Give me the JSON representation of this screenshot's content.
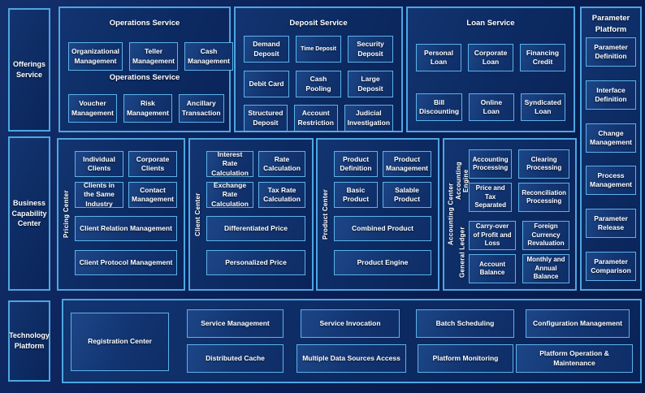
{
  "colors": {
    "background": "#0a1c4e",
    "panel_border": "#4da6e2",
    "box_border": "#5db2ea",
    "text": "#ffffff"
  },
  "sidebar": {
    "offerings": "Offerings Service",
    "business": "Business Capability Center",
    "technology": "Technology Platform"
  },
  "operations": {
    "title": "Operations Service",
    "mid_title": "Operations Service",
    "row1": [
      "Organizational Management",
      "Teller Management",
      "Cash Management"
    ],
    "row2": [
      "Voucher Management",
      "Risk Management",
      "Ancillary Transaction"
    ]
  },
  "deposit": {
    "title": "Deposit Service",
    "items": [
      "Demand Deposit",
      "Time Deposit",
      "Security Deposit",
      "Debit Card",
      "Cash Pooling",
      "Large Deposit",
      "Structured Deposit",
      "Account Restriction",
      "Judicial Investigation"
    ]
  },
  "loan": {
    "title": "Loan Service",
    "items": [
      "Personal Loan",
      "Corporate Loan",
      "Financing Credit",
      "Bill Discounting",
      "Online Loan",
      "Syndicated Loan"
    ]
  },
  "parameter": {
    "title": "Parameter Platform",
    "items": [
      "Parameter Definition",
      "Interface Definition",
      "Change Management",
      "Process Management",
      "Parameter Release",
      "Parameter Comparison"
    ]
  },
  "pricing_center": {
    "label": "Pricing Center",
    "small": [
      "Individual Clients",
      "Corporate Clients",
      "Clients in the Same Industry",
      "Contact Management"
    ],
    "wide": [
      "Client Relation Management",
      "Client Protocol Management"
    ]
  },
  "client_center": {
    "label": "Client Center",
    "small": [
      "Interest Rate Calculation",
      "Rate Calculation",
      "Exchange Rate Calculation",
      "Tax Rate Calculation"
    ],
    "wide": [
      "Differentiated Price",
      "Personalized Price"
    ]
  },
  "product_center": {
    "label": "Product Center",
    "small": [
      "Product Definition",
      "Product Management",
      "Basic Product",
      "Salable Product"
    ],
    "wide": [
      "Combined Product",
      "Product Engine"
    ]
  },
  "accounting_center": {
    "label": "Accounting Center",
    "groups": [
      {
        "label": "Accounting Engine",
        "items": [
          "Accounting Processing",
          "Clearing Processing",
          "Price and Tax Separated",
          "Reconciliation Processing"
        ]
      },
      {
        "label": "General Ledger",
        "items": [
          "Carry-over of Profit and Loss",
          "Foreign Currency Revaluation",
          "Account Balance",
          "Monthly and Annual Balance"
        ]
      }
    ]
  },
  "technology_platform": {
    "registration": "Registration Center",
    "row1": [
      "Service Management",
      "Service Invocation",
      "Batch Scheduling",
      "Configuration Management"
    ],
    "row2": [
      "Distributed Cache",
      "Multiple Data Sources Access",
      "Platform Monitoring",
      "Platform Operation & Maintenance"
    ]
  }
}
